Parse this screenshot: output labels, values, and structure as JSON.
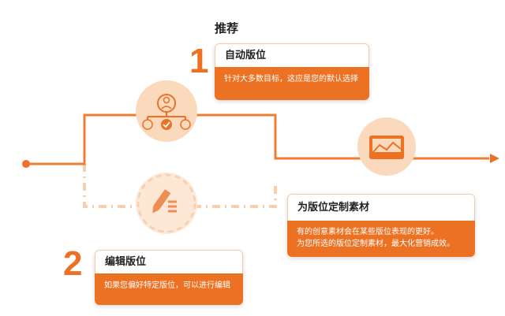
{
  "heading": "推荐",
  "colors": {
    "orange": "#ed7123",
    "line": "#ee7d2f",
    "circle_light": "#fbd9bd",
    "circle_lighter": "#fde8d6",
    "dash_light": "#f7cfb0"
  },
  "option1": {
    "number": "1",
    "title": "自动版位",
    "desc": "针对大多数目标，这应是您的默认选择",
    "icon": "audience-network-icon"
  },
  "option2": {
    "number": "2",
    "title": "编辑版位",
    "desc": "如果您偏好特定版位，可以进行编辑",
    "icon": "pencil-list-icon"
  },
  "result": {
    "title": "为版位定制素材",
    "desc_lines": [
      "有的创意素材会在某些版位表现的更好。",
      "为您所选的版位定制素材，最大化营销成效。"
    ],
    "icon": "image-frame-icon"
  }
}
